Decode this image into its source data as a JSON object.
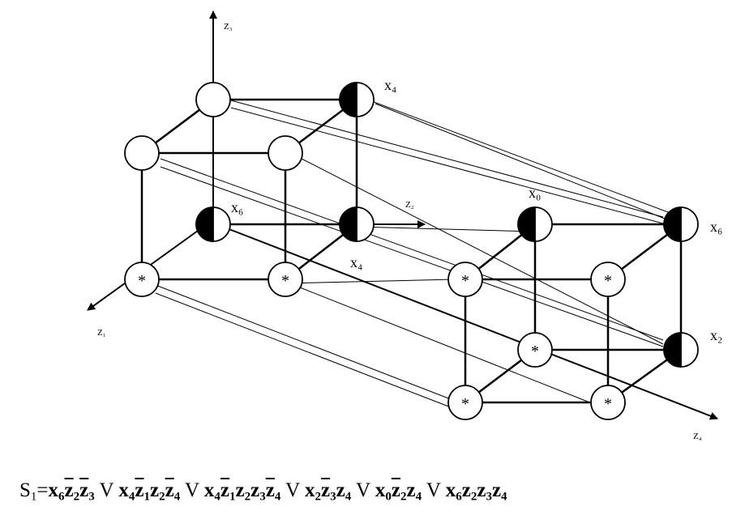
{
  "axes": {
    "z1": "Z₁",
    "z2": "Z₂",
    "z3": "Z₃",
    "z4": "Z₄"
  },
  "node_labels": {
    "left_top_back": "x₄",
    "left_mid": "x₆",
    "left_mid2": "x₄",
    "right_top_back": "x₀",
    "right_top_front": "x₆",
    "right_low_front": "x₂"
  },
  "star_symbol": "*",
  "formula": {
    "lhs": "S",
    "lhs_sub": "1",
    "eq": "=",
    "op": "V",
    "terms": [
      [
        {
          "v": "x",
          "s": "6",
          "bar": false
        },
        {
          "v": "z",
          "s": "2",
          "bar": true
        },
        {
          "v": "z",
          "s": "3",
          "bar": true
        }
      ],
      [
        {
          "v": "x",
          "s": "4",
          "bar": false
        },
        {
          "v": "z",
          "s": "1",
          "bar": true
        },
        {
          "v": "z",
          "s": "2",
          "bar": false
        },
        {
          "v": "z",
          "s": "4",
          "bar": true
        }
      ],
      [
        {
          "v": "x",
          "s": "4",
          "bar": false
        },
        {
          "v": "z",
          "s": "1",
          "bar": true
        },
        {
          "v": "z",
          "s": "2",
          "bar": false
        },
        {
          "v": "z",
          "s": "3",
          "bar": false
        },
        {
          "v": "z",
          "s": "4",
          "bar": true
        }
      ],
      [
        {
          "v": "x",
          "s": "2",
          "bar": false
        },
        {
          "v": "z",
          "s": "3",
          "bar": true
        },
        {
          "v": "z",
          "s": "4",
          "bar": false
        }
      ],
      [
        {
          "v": "x",
          "s": "0",
          "bar": false
        },
        {
          "v": "z",
          "s": "2",
          "bar": true
        },
        {
          "v": "z",
          "s": "4",
          "bar": false
        }
      ],
      [
        {
          "v": "x",
          "s": "6",
          "bar": false
        },
        {
          "v": "z",
          "s": "2",
          "bar": false
        },
        {
          "v": "z",
          "s": "3",
          "bar": false
        },
        {
          "v": "z",
          "s": "4",
          "bar": false
        }
      ]
    ]
  },
  "colors": {
    "ink": "#000000",
    "paper": "#ffffff"
  }
}
